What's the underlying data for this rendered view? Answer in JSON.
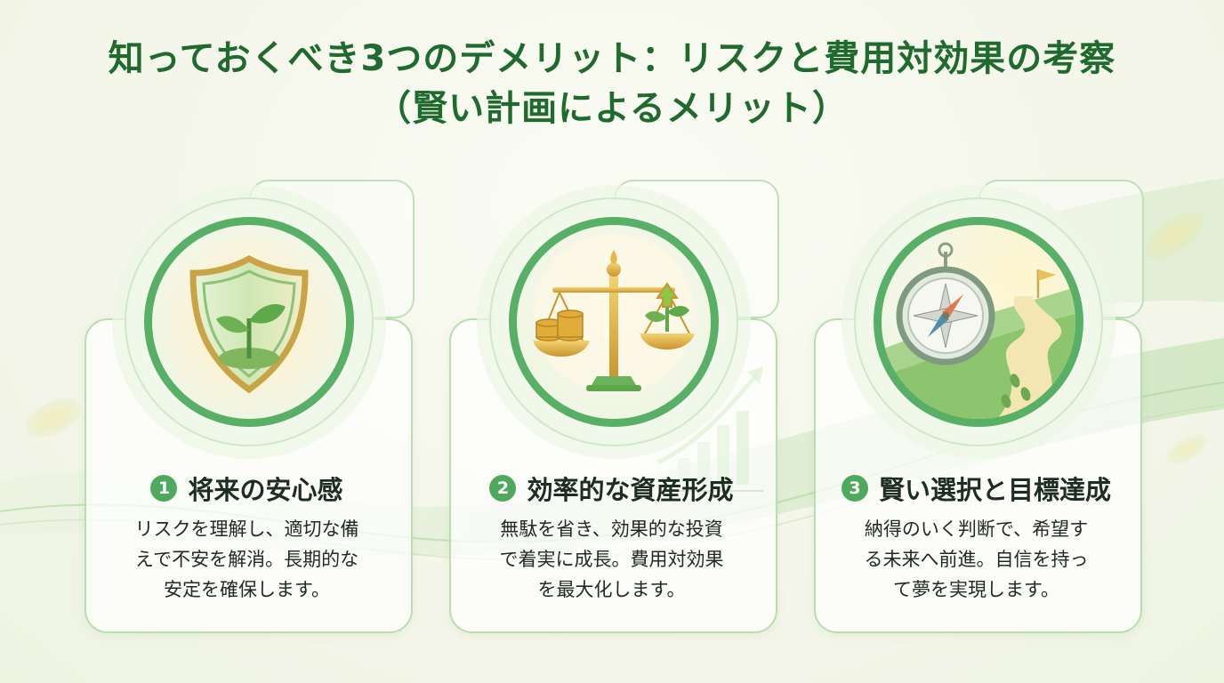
{
  "title": {
    "line1": "知っておくべき3つのデメリット：リスクと費用対効果の考察",
    "line2": "（賢い計画によるメリット）"
  },
  "cards": [
    {
      "number": "1",
      "heading": "将来の安心感",
      "body": [
        "リスクを理解し、適切な備",
        "えで不安を解消。長期的な",
        "安定を確保します。"
      ],
      "icon": "shield-sprout-icon"
    },
    {
      "number": "2",
      "heading": "効率的な資産形成",
      "body": [
        "無駄を省き、効果的な投資",
        "で着実に成長。費用対効果",
        "を最大化します。"
      ],
      "icon": "balance-scale-icon"
    },
    {
      "number": "3",
      "heading": "賢い選択と目標達成",
      "body": [
        "納得のいく判断で、希望す",
        "る未来へ前進。自信を持っ",
        "て夢を実現します。"
      ],
      "icon": "compass-path-icon"
    }
  ],
  "colors": {
    "title": "#1f6b2e",
    "accent": "#4fa95d",
    "card_border": "#b9ddb1",
    "gold": "#e2b341"
  }
}
